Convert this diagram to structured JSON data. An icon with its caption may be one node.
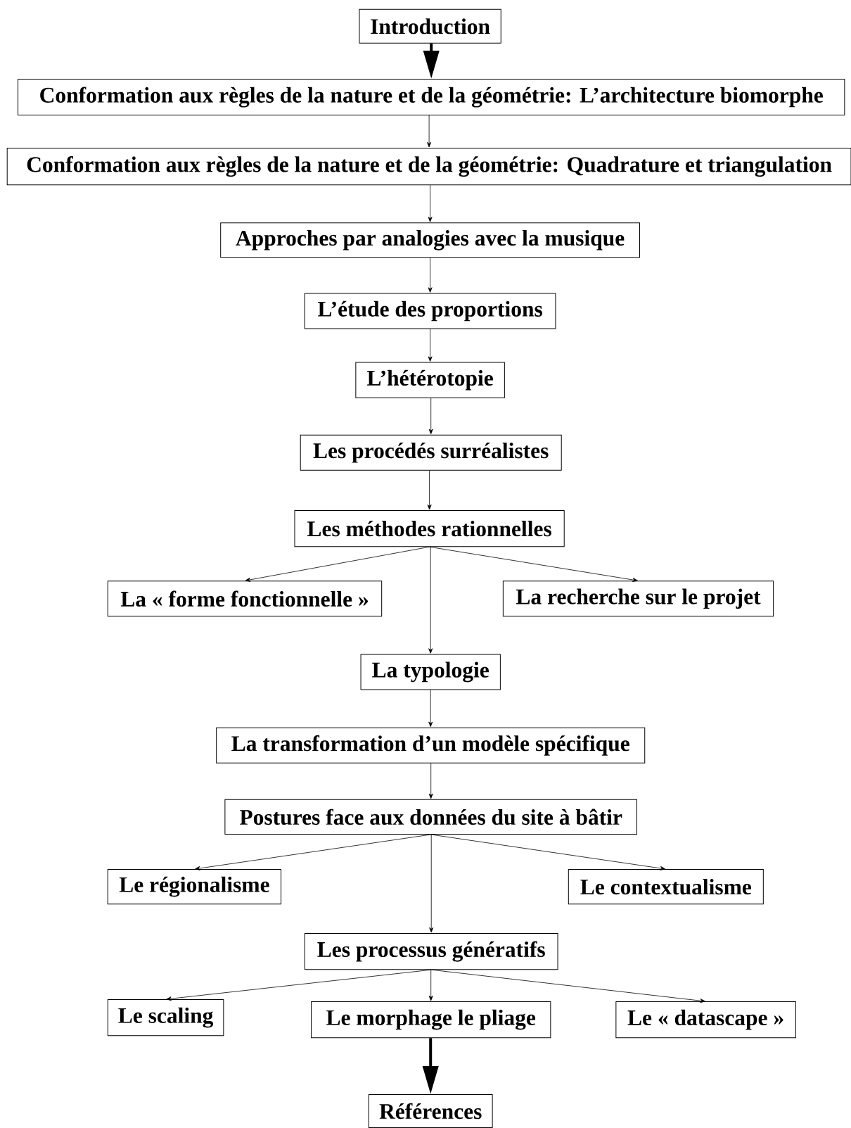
{
  "diagram": {
    "nodes": [
      {
        "text": [
          "Introduction"
        ]
      },
      {
        "text": [
          "Conformation aux règles de la nature et de la géométrie: L’architecture biomorphe"
        ]
      },
      {
        "text": [
          "Conformation aux règles de la nature et de la géométrie: Quadrature et triangulation"
        ]
      },
      {
        "text": [
          "Approches par analogies avec la musique"
        ]
      },
      {
        "text": [
          "L’étude des proportions"
        ]
      },
      {
        "text": [
          "L’hétérotopie"
        ]
      },
      {
        "text": [
          "Les procédés surréalistes"
        ]
      },
      {
        "text": [
          "Les méthodes rationnelles"
        ]
      },
      {
        "text": [
          "La « forme fonctionnelle »"
        ]
      },
      {
        "text": [
          "La recherche sur le projet"
        ]
      },
      {
        "text": [
          "La typologie"
        ]
      },
      {
        "text": [
          "La transformation d’un modèle spécifique"
        ]
      },
      {
        "text": [
          "Postures face aux données du site à bâtir"
        ]
      },
      {
        "text": [
          "Le régionalisme"
        ]
      },
      {
        "text": [
          "Le contextualisme"
        ]
      },
      {
        "text": [
          "Les processus génératifs"
        ]
      },
      {
        "text": [
          "Le scaling"
        ]
      },
      {
        "text": [
          "Le morphage le pliage"
        ]
      },
      {
        "text": [
          "Le « datascape »"
        ]
      },
      {
        "text": [
          "Références"
        ]
      }
    ],
    "edges": [
      {
        "from": 0,
        "to": 1,
        "arrow": "to",
        "style": "thick"
      },
      {
        "from": 1,
        "to": 2,
        "arrow": "to"
      },
      {
        "from": 2,
        "to": 3,
        "arrow": "to"
      },
      {
        "from": 3,
        "to": 4,
        "arrow": "to"
      },
      {
        "from": 4,
        "to": 5,
        "arrow": "to"
      },
      {
        "from": 5,
        "to": 6,
        "arrow": "to"
      },
      {
        "from": 6,
        "to": 7,
        "arrow": "to"
      },
      {
        "from": 7,
        "to": 8,
        "arrow": "to"
      },
      {
        "from": 7,
        "to": 9,
        "arrow": "to"
      },
      {
        "from": 7,
        "to": 10,
        "arrow": "to"
      },
      {
        "from": 10,
        "to": 11,
        "arrow": "to"
      },
      {
        "from": 11,
        "to": 12,
        "arrow": "to"
      },
      {
        "from": 12,
        "to": 13,
        "arrow": "to"
      },
      {
        "from": 12,
        "to": 14,
        "arrow": "to"
      },
      {
        "from": 12,
        "to": 15,
        "arrow": "to"
      },
      {
        "from": 15,
        "to": 16,
        "arrow": "to"
      },
      {
        "from": 15,
        "to": 17,
        "arrow": "to"
      },
      {
        "from": 15,
        "to": 18,
        "arrow": "to"
      },
      {
        "from": 17,
        "to": 19,
        "arrow": "to",
        "style": "thick"
      }
    ]
  }
}
